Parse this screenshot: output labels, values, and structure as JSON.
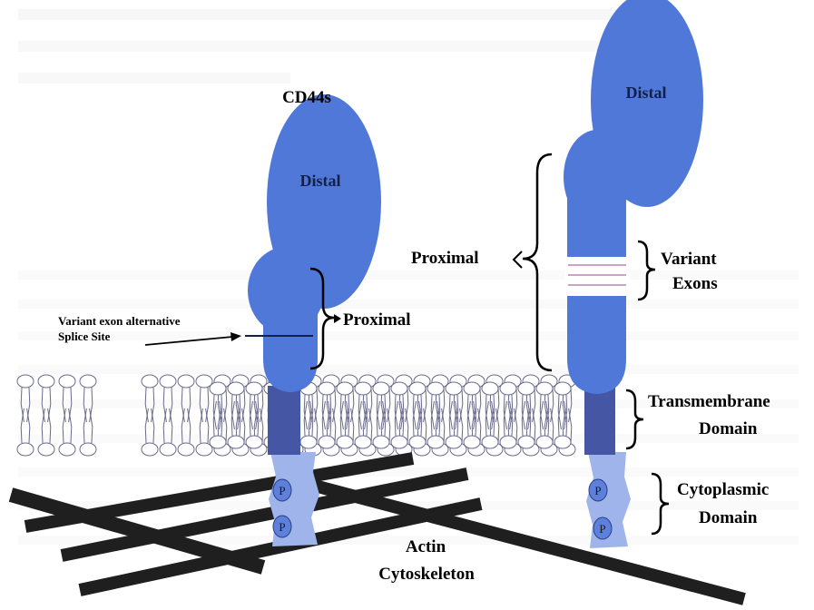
{
  "colors": {
    "protein": "#4f78d8",
    "protein_dark": "#3d63c4",
    "transmembrane": "#4556a5",
    "cytoplasmic": "#9fb4ea",
    "phospho": "#5d80dc",
    "actin": "#1f1f1f",
    "lipid": "#6a6a8a"
  },
  "labels": {
    "cd44s_title": "CD44s",
    "distal_left": "Distal",
    "distal_right": "Distal",
    "proximal_left": "Proximal",
    "proximal_right": "Proximal",
    "splice_line1": "Variant exon alternative",
    "splice_line2": "Splice Site",
    "variant_line1": "Variant",
    "variant_line2": "Exons",
    "transmembrane_line1": "Transmembrane",
    "transmembrane_line2": "Domain",
    "cytoplasmic_line1": "Cytoplasmic",
    "cytoplasmic_line2": "Domain",
    "actin_line1": "Actin",
    "actin_line2": "Cytoskeleton",
    "phospho": "P"
  },
  "icons": {
    "brace_left": "curly-brace-left-icon",
    "brace_right": "curly-brace-right-icon",
    "arrow": "arrow-right-icon"
  }
}
